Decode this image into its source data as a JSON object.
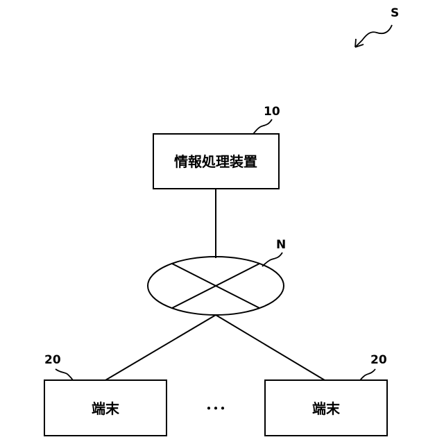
{
  "system": {
    "label": "S"
  },
  "server": {
    "ref": "10",
    "label": "情報処理装置"
  },
  "network": {
    "ref": "N"
  },
  "terminals": [
    {
      "ref": "20",
      "label": "端末"
    },
    {
      "ref": "20",
      "label": "端末"
    }
  ],
  "ellipsis": "･･･"
}
